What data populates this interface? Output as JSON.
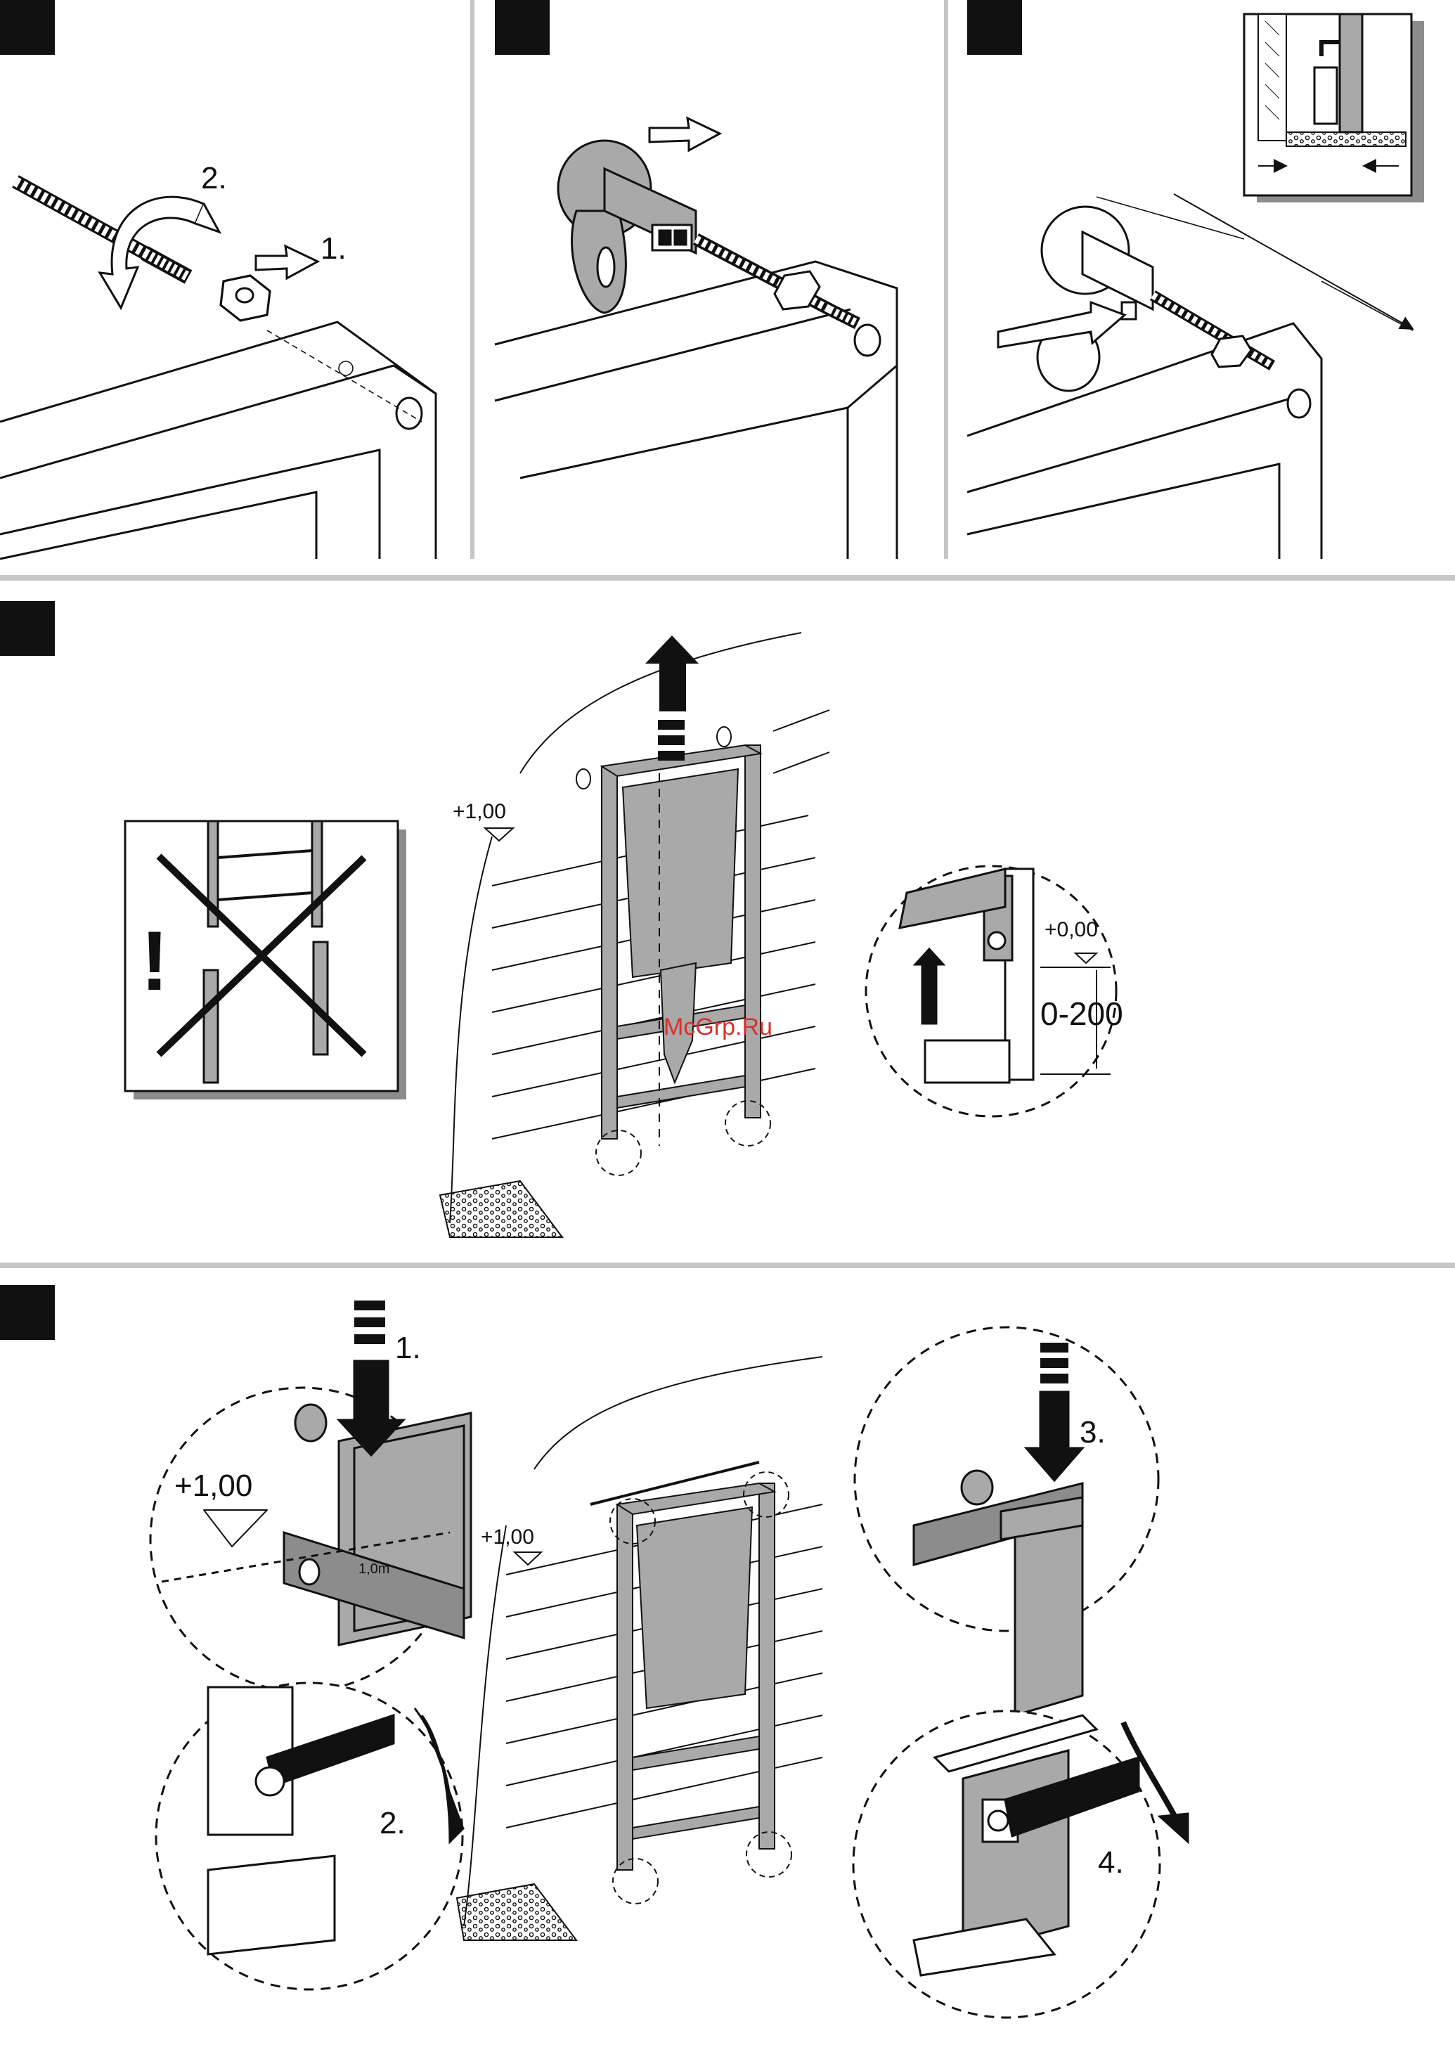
{
  "labels": {
    "step_1": "1.",
    "step_2": "2.",
    "step_3": "3.",
    "step_4": "4.",
    "level_plus_100": "+1,00",
    "level_plus_000": "+0,00",
    "range_0_200": "0-200",
    "level_mark": "1,0m",
    "warning": "!"
  },
  "watermark": "McGrp.Ru",
  "colors": {
    "ink": "#111111",
    "frame_gray": "#a9a9a9",
    "tank_gray": "#9a9a9a",
    "shadow_gray": "#8c8c8c",
    "divider_gray": "#c6c6c6",
    "watermark_red": "#d9302c",
    "paper": "#ffffff"
  }
}
